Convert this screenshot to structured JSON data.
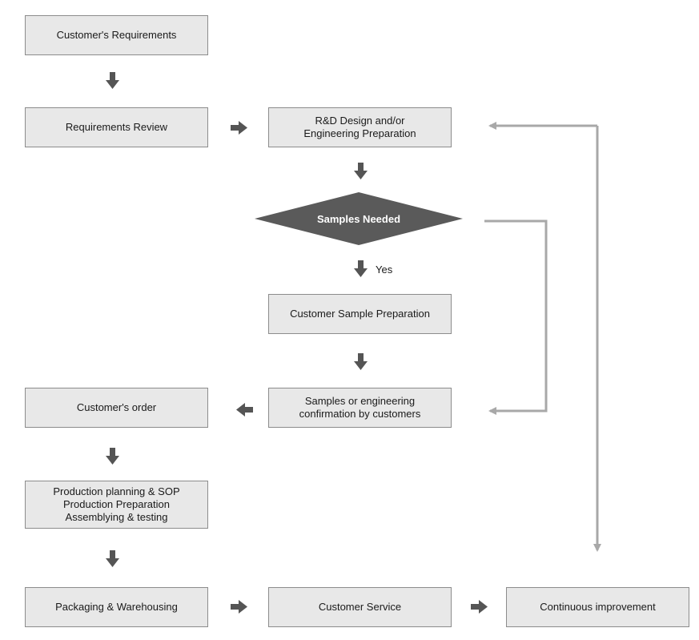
{
  "nodes": {
    "customer_requirements": "Customer's Requirements",
    "requirements_review": "Requirements Review",
    "rd_design": "R&D Design and/or\nEngineering Preparation",
    "samples_needed": "Samples Needed",
    "yes_label": "Yes",
    "customer_sample_prep": "Customer Sample Preparation",
    "samples_confirmation": "Samples or engineering\nconfirmation by customers",
    "customers_order": "Customer's order",
    "production": "Production planning & SOP\nProduction Preparation\nAssemblying & testing",
    "packaging": "Packaging & Warehousing",
    "customer_service": "Customer Service",
    "continuous_improvement": "Continuous improvement"
  },
  "colors": {
    "box_fill": "#e8e8e8",
    "box_border": "#8c8c8c",
    "dark_arrow": "#555555",
    "light_arrow": "#a8a8a8",
    "diamond_fill": "#5a5a5a"
  }
}
